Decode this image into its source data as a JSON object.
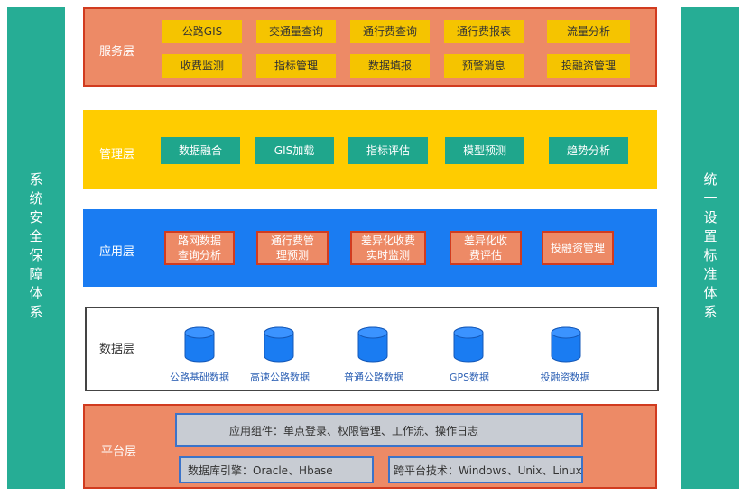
{
  "side_left": {
    "text": "系统安全保障体系"
  },
  "side_right": {
    "text": "统一设置标准体系"
  },
  "service_layer": {
    "title": "服务层",
    "items": [
      "公路GIS",
      "交通量查询",
      "通行费查询",
      "通行费报表",
      "流量分析",
      "收费监测",
      "指标管理",
      "数据填报",
      "预警消息",
      "投融资管理"
    ]
  },
  "management_layer": {
    "title": "管理层",
    "items": [
      "数据融合",
      "GIS加载",
      "指标评估",
      "模型预测",
      "趋势分析"
    ]
  },
  "application_layer": {
    "title": "应用层",
    "items": [
      {
        "line1": "路网数据",
        "line2": "查询分析"
      },
      {
        "line1": "通行费管",
        "line2": "理预测"
      },
      {
        "line1": "差异化收费",
        "line2": "实时监测"
      },
      {
        "line1": "差异化收",
        "line2": "费评估"
      },
      {
        "line1": "投融资管理",
        "line2": ""
      }
    ]
  },
  "data_layer": {
    "title": "数据层",
    "items": [
      "公路基础数据",
      "高速公路数据",
      "普通公路数据",
      "GPS数据",
      "投融资数据"
    ]
  },
  "platform_layer": {
    "title": "平台层",
    "components": "应用组件：单点登录、权限管理、工作流、操作日志",
    "database": "数据库引擎：Oracle、Hbase",
    "cross_platform": "跨平台技术：Windows、Unix、Linux"
  },
  "colors": {
    "side": "#26ad95",
    "service_bg": "#ed8a66",
    "service_border": "#d13b1f",
    "management_bg": "#ffcc00",
    "application_bg": "#1a7cf2",
    "data_border": "#444444",
    "platform_bg": "#ed8a66",
    "chip_yellow": "#f5c400",
    "chip_green": "#1fa68c",
    "db_blue": "#1a7cf2"
  },
  "icons": {
    "database": "database-cylinder-icon"
  }
}
